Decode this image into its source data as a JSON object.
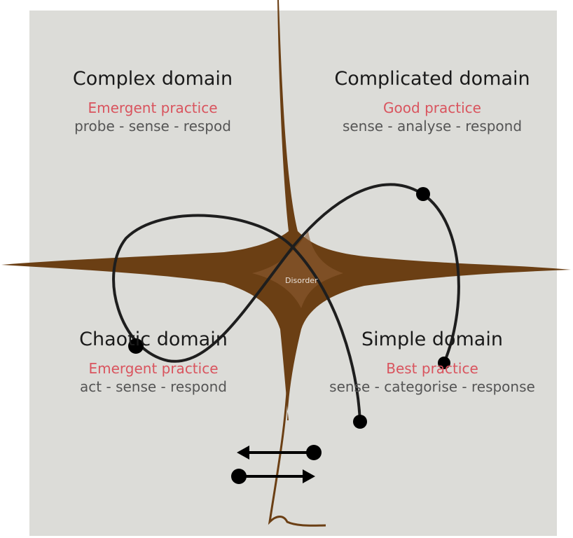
{
  "center_label": "Disorder",
  "domains": [
    {
      "title": "Complex domain",
      "practice": "Emergent practice",
      "steps": "probe - sense - respod"
    },
    {
      "title": "Complicated domain",
      "practice": "Good practice",
      "steps": "sense - analyse - respond"
    },
    {
      "title": "Chaotic domain",
      "practice": "Emergent practice",
      "steps": "act - sense - respond"
    },
    {
      "title": "Simple domain",
      "practice": "Best practice",
      "steps": "sense - categorise - response"
    }
  ],
  "colors": {
    "background": "#dcdcd8",
    "boundary": "#6b3f14",
    "practice": "#d9545e",
    "steps": "#555555",
    "curve": "#1e1e1e"
  }
}
